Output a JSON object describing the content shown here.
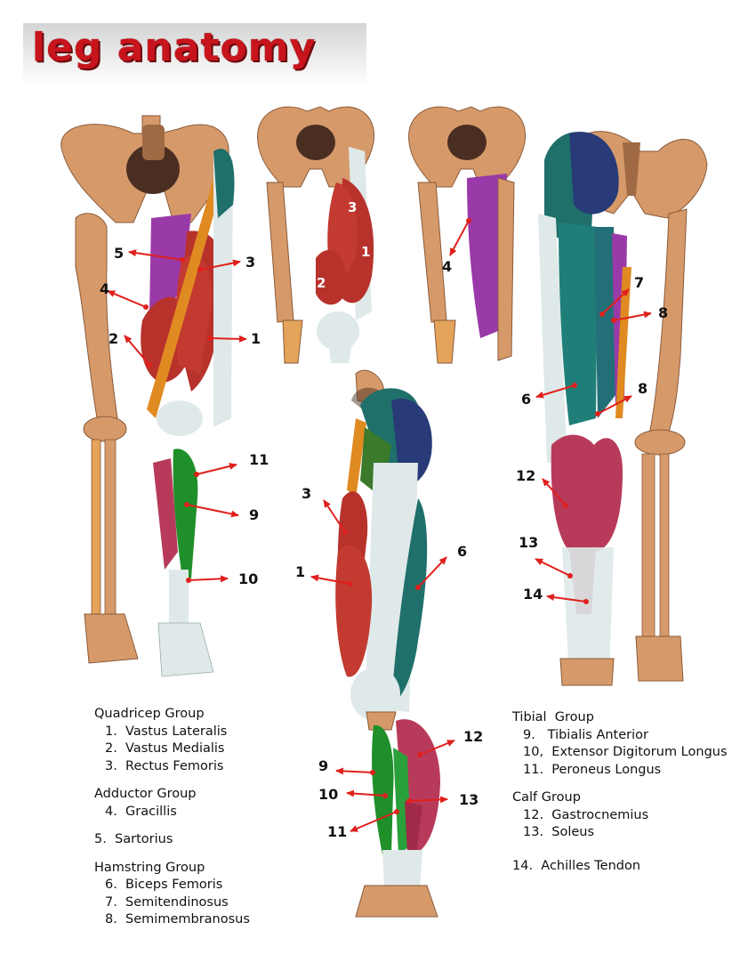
{
  "title": "leg anatomy",
  "colors": {
    "bone": "#d69a6a",
    "pelvis_dark": "#4a2e22",
    "vastus": "#b8322c",
    "sartorius": "#e08a22",
    "gracilis": "#9a3aa8",
    "tendon": "#dfe9e9",
    "teal": "#1f6f6a",
    "navy": "#283a78",
    "green": "#1f8f2a",
    "calf": "#b83a5a",
    "arrow": "#e0201c"
  },
  "callouts": {
    "front": [
      "5",
      "3",
      "4",
      "2",
      "1",
      "11",
      "9",
      "10"
    ],
    "quad_detail": [
      "3",
      "1",
      "2"
    ],
    "adductor_detail": [
      "4"
    ],
    "back": [
      "7",
      "8",
      "6",
      "8",
      "12",
      "13",
      "14"
    ],
    "side": [
      "3",
      "6",
      "1",
      "12",
      "9",
      "10",
      "13",
      "11"
    ]
  },
  "legend_left": [
    {
      "text": "Quadricep Group",
      "indent": 0
    },
    {
      "text": "1.  Vastus Lateralis",
      "indent": 1
    },
    {
      "text": "2.  Vastus Medialis",
      "indent": 1
    },
    {
      "text": "3.  Rectus Femoris",
      "indent": 1
    },
    {
      "text": "",
      "indent": -1
    },
    {
      "text": "Adductor Group",
      "indent": 0
    },
    {
      "text": "4.  Gracillis",
      "indent": 1
    },
    {
      "text": "",
      "indent": -1
    },
    {
      "text": "5.  Sartorius",
      "indent": 2
    },
    {
      "text": "",
      "indent": -1
    },
    {
      "text": "Hamstring Group",
      "indent": 0
    },
    {
      "text": "6.  Biceps Femoris",
      "indent": 1
    },
    {
      "text": "7.  Semitendinosus",
      "indent": 1
    },
    {
      "text": "8.  Semimembranosus",
      "indent": 1
    }
  ],
  "legend_right": [
    {
      "text": "Tibial  Group",
      "indent": 0
    },
    {
      "text": "9.   Tibialis Anterior",
      "indent": 1
    },
    {
      "text": "10,  Extensor Digitorum Longus",
      "indent": 1
    },
    {
      "text": "11.  Peroneus Longus",
      "indent": 1
    },
    {
      "text": "",
      "indent": -1
    },
    {
      "text": "Calf Group",
      "indent": 0
    },
    {
      "text": "12.  Gastrocnemius",
      "indent": 1
    },
    {
      "text": "13.  Soleus",
      "indent": 1
    },
    {
      "text": "",
      "indent": -2
    },
    {
      "text": "14.  Achilles Tendon",
      "indent": 0
    }
  ]
}
